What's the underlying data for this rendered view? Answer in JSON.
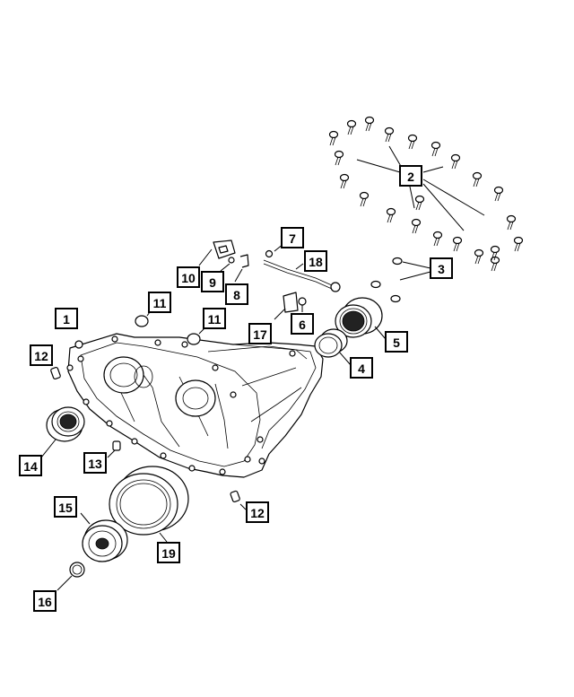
{
  "callouts": [
    {
      "id": "c1",
      "label": "1"
    },
    {
      "id": "c2",
      "label": "2"
    },
    {
      "id": "c3",
      "label": "3"
    },
    {
      "id": "c4",
      "label": "4"
    },
    {
      "id": "c5",
      "label": "5"
    },
    {
      "id": "c6",
      "label": "6"
    },
    {
      "id": "c7",
      "label": "7"
    },
    {
      "id": "c8",
      "label": "8"
    },
    {
      "id": "c9",
      "label": "9"
    },
    {
      "id": "c10",
      "label": "10"
    },
    {
      "id": "c11a",
      "label": "11"
    },
    {
      "id": "c11b",
      "label": "11"
    },
    {
      "id": "c12a",
      "label": "12"
    },
    {
      "id": "c12b",
      "label": "12"
    },
    {
      "id": "c13",
      "label": "13"
    },
    {
      "id": "c14",
      "label": "14"
    },
    {
      "id": "c15",
      "label": "15"
    },
    {
      "id": "c16",
      "label": "16"
    },
    {
      "id": "c17",
      "label": "17"
    },
    {
      "id": "c18",
      "label": "18"
    },
    {
      "id": "c19",
      "label": "19"
    }
  ]
}
